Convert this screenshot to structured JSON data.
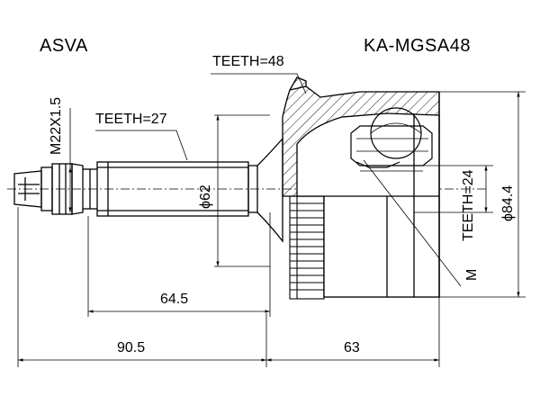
{
  "header": {
    "brand": "ASVA",
    "part_number": "KA-MGSA48"
  },
  "labels": {
    "thread": "M22X1.5",
    "spline_teeth": "TEETH=27",
    "abs_teeth": "TEETH=48",
    "bore_dia": "ϕ62",
    "inner_teeth": "TEETH=24",
    "mark_m": "M",
    "outer_dia": "ϕ84.4"
  },
  "dimensions": {
    "shaft_to_flange": "64.5",
    "overall_left": "90.5",
    "housing_length": "63"
  }
}
